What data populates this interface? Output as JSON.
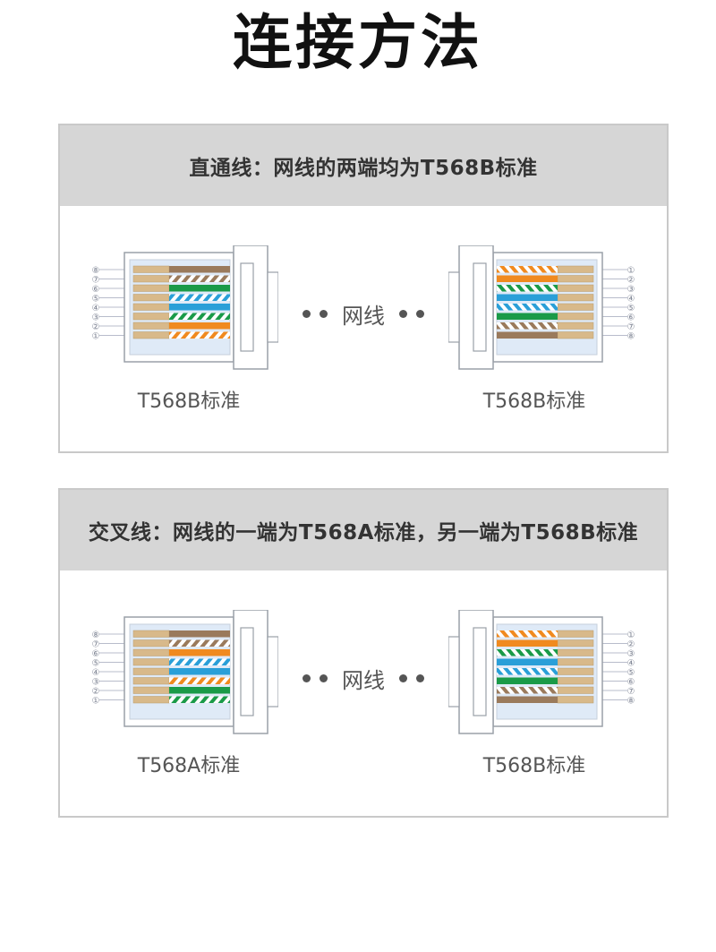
{
  "page_title": "连接方法",
  "panels": [
    {
      "header": "直通线：网线的两端均为T568B标准",
      "cable_label": "网线",
      "left_standard": "T568B标准",
      "right_standard": "T568B标准",
      "left_wires": [
        "solid-brown",
        "white-brown",
        "solid-green",
        "white-blue",
        "solid-blue",
        "white-green",
        "solid-orange",
        "white-orange"
      ],
      "right_wires": [
        "white-orange",
        "solid-orange",
        "white-green",
        "solid-blue",
        "white-blue",
        "solid-green",
        "white-brown",
        "solid-brown"
      ]
    },
    {
      "header": "交叉线：网线的一端为T568A标准，另一端为T568B标准",
      "cable_label": "网线",
      "left_standard": "T568A标准",
      "right_standard": "T568B标准",
      "left_wires": [
        "solid-brown",
        "white-brown",
        "solid-orange",
        "white-blue",
        "solid-blue",
        "white-orange",
        "solid-green",
        "white-green"
      ],
      "right_wires": [
        "white-orange",
        "solid-orange",
        "white-green",
        "solid-blue",
        "white-blue",
        "solid-green",
        "white-brown",
        "solid-brown"
      ]
    }
  ],
  "pins_left": [
    "⑧",
    "⑦",
    "⑥",
    "⑤",
    "④",
    "③",
    "②",
    "①"
  ],
  "pins_right": [
    "①",
    "②",
    "③",
    "④",
    "⑤",
    "⑥",
    "⑦",
    "⑧"
  ],
  "colors": {
    "orange": "#f08a1f",
    "green": "#1a9a48",
    "blue": "#2a9fd8",
    "brown": "#9a7a5c",
    "header_bg": "#d6d6d6",
    "panel_border": "#c9c9c9"
  }
}
